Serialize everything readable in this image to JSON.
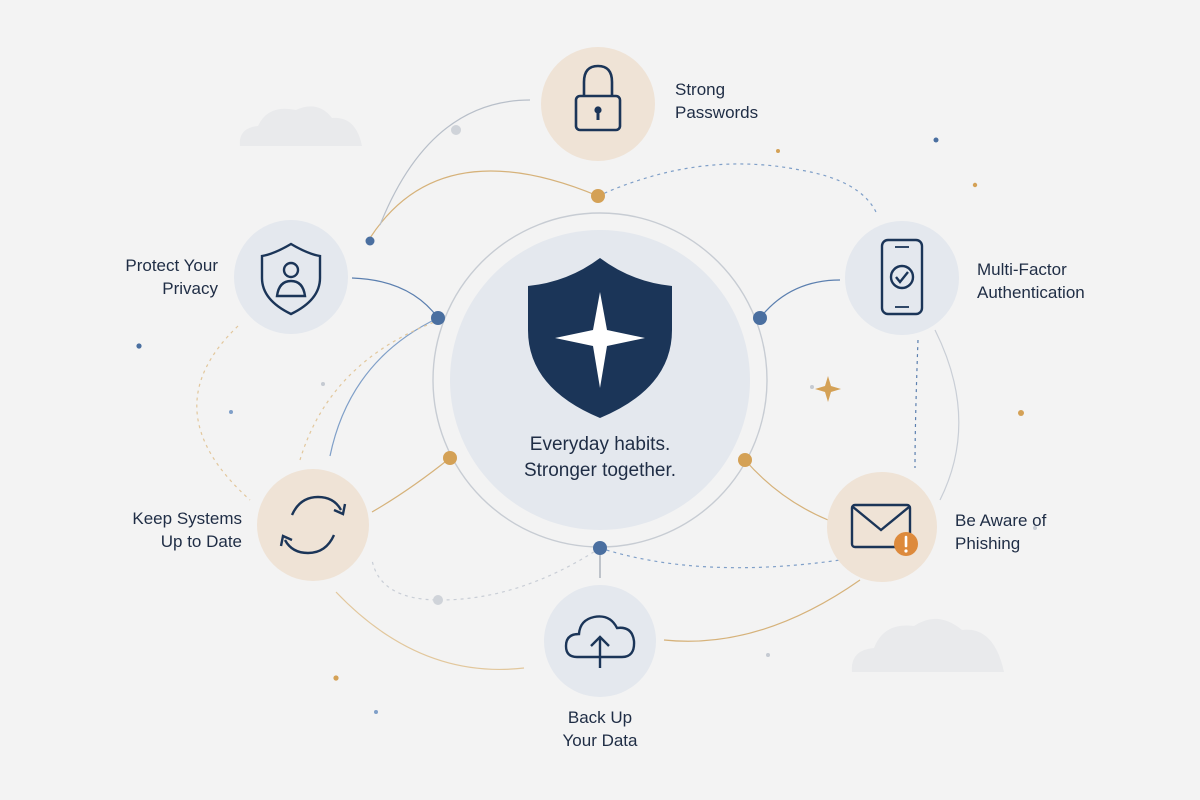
{
  "center": {
    "line1": "Everyday habits.",
    "line2": "Stronger together.",
    "icon": "shield-star-icon"
  },
  "nodes": [
    {
      "id": "strong-passwords",
      "label_lines": [
        "Strong",
        "Passwords"
      ],
      "icon": "padlock-icon",
      "tint": "#efe3d6"
    },
    {
      "id": "multi-factor",
      "label_lines": [
        "Multi-Factor",
        "Authentication"
      ],
      "icon": "phone-check-icon",
      "tint": "#e4e8ee"
    },
    {
      "id": "phishing",
      "label_lines": [
        "Be Aware of",
        "Phishing"
      ],
      "icon": "envelope-alert-icon",
      "tint": "#efe3d6"
    },
    {
      "id": "backup",
      "label_lines": [
        "Back Up",
        "Your Data"
      ],
      "icon": "cloud-upload-icon",
      "tint": "#e4e8ee"
    },
    {
      "id": "keep-updated",
      "label_lines": [
        "Keep Systems",
        "Up to Date"
      ],
      "icon": "refresh-arrows-icon",
      "tint": "#efe3d6"
    },
    {
      "id": "privacy",
      "label_lines": [
        "Protect Your",
        "Privacy"
      ],
      "icon": "shield-user-icon",
      "tint": "#e4e8ee"
    }
  ],
  "colors": {
    "background": "#f3f3f3",
    "navy": "#1b3558",
    "blue_dot": "#4a6fa0",
    "gold_dot": "#d4a156",
    "alert_orange": "#dd8a3c",
    "center_fill": "#e4e8ee"
  }
}
